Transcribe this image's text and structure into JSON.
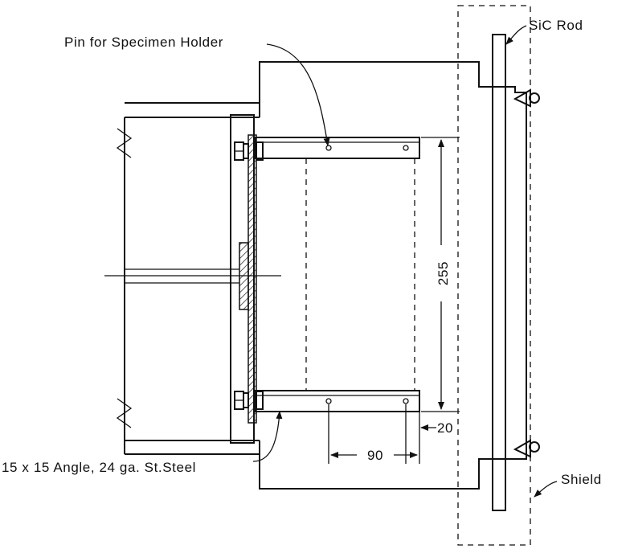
{
  "labels": {
    "pin": "Pin for Specimen Holder",
    "rod": "SiC Rod",
    "shield": "Shield",
    "angle": "15 x 15 Angle, 24 ga. St.Steel"
  },
  "dimensions": {
    "height": "255",
    "offset": "20",
    "spacing": "90"
  }
}
